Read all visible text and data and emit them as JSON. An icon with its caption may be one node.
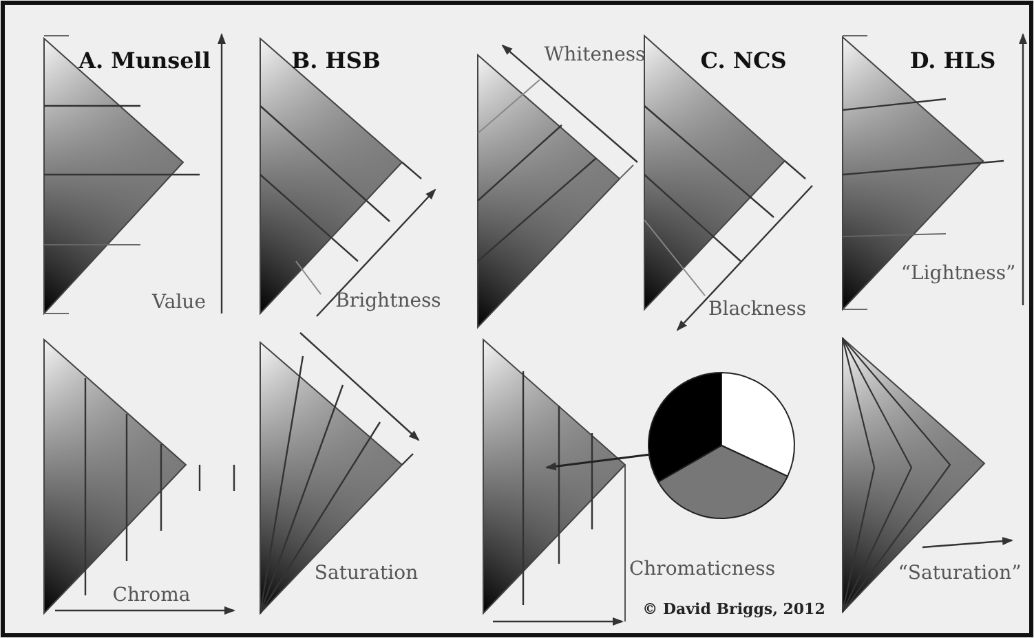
{
  "diagram": {
    "nodes": [
      {
        "text": [],
        "shape": "circle"
      },
      {
        "text": [],
        "shape": "triangle"
      }
    ],
    "edges": [
      {
        "from": 0,
        "to": 1,
        "arrow": "to"
      }
    ],
    "labels": [
      "A. Munsell",
      "B. HSB",
      "Whiteness",
      "C. NCS",
      "D. HLS",
      "Value",
      "Brightness",
      "“Lightness”",
      "Blackness",
      "Chroma",
      "Saturation",
      "Chromaticness",
      "“Saturation”",
      "© David Briggs, 2012"
    ]
  }
}
